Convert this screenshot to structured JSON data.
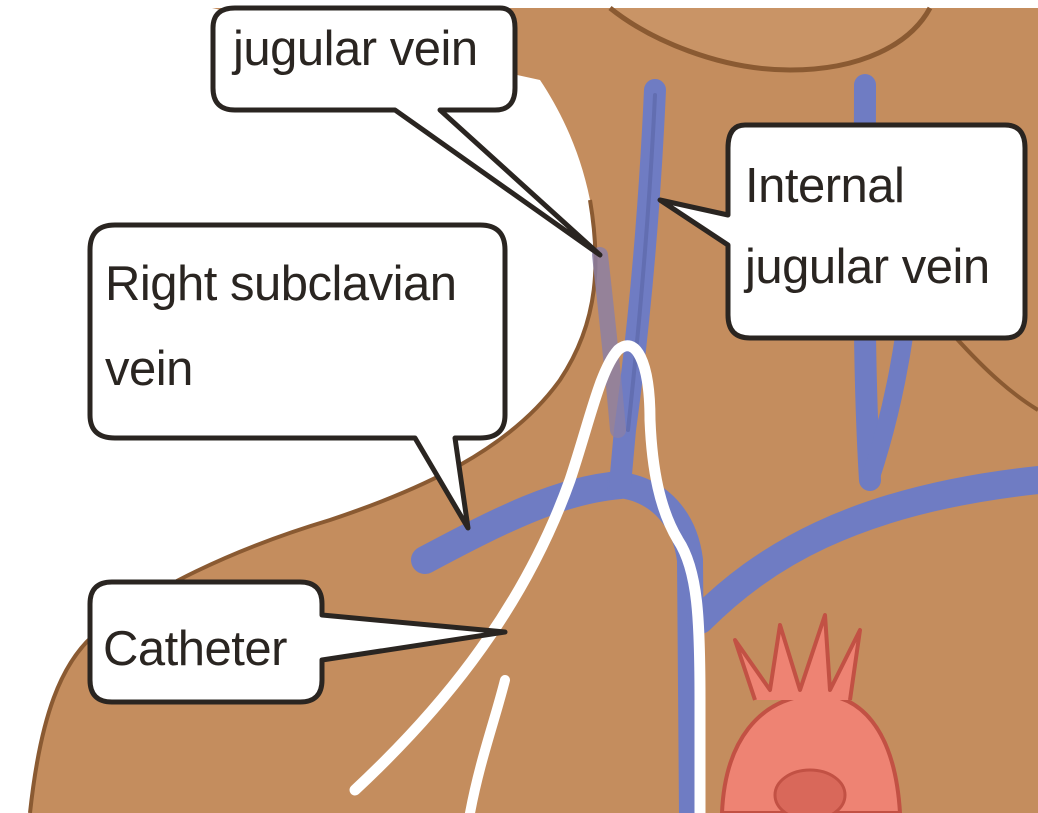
{
  "diagram": {
    "labels": {
      "external_jugular": "jugular vein",
      "internal_jugular_line1": "Internal",
      "internal_jugular_line2": "jugular vein",
      "subclavian_line1": "Right subclavian",
      "subclavian_line2": "vein",
      "catheter": "Catheter"
    },
    "colors": {
      "skin": "#c48d5e",
      "skin_outline": "#8a5a32",
      "vein": "#6f7cc3",
      "vein_dark": "#56609f",
      "catheter": "#ffffff",
      "heart": "#ee8373",
      "heart_outline": "#c25144",
      "label_fill": "#ffffff",
      "label_border": "#2a2521"
    }
  }
}
